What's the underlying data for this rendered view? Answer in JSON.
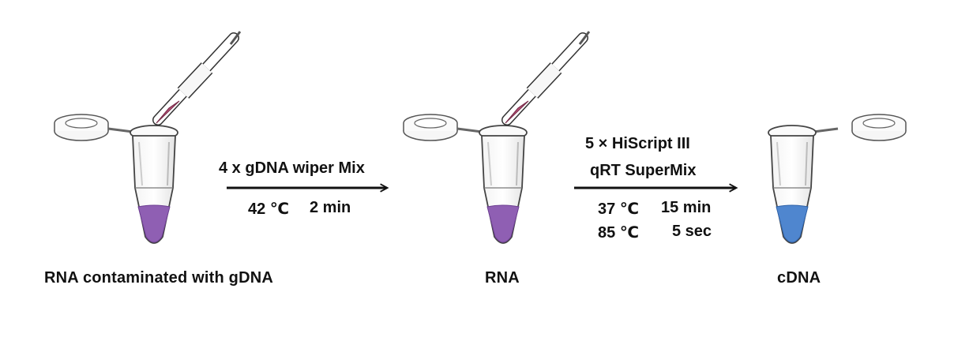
{
  "stages": [
    {
      "label": "RNA contaminated with gDNA",
      "tube_color": "#8f5fb3",
      "has_pipette": true
    },
    {
      "label": "RNA",
      "tube_color": "#8f5fb3",
      "has_pipette": true
    },
    {
      "label": "cDNA",
      "tube_color": "#4f86cf",
      "has_pipette": false
    }
  ],
  "reactions": [
    {
      "reagent_lines": [
        "4 x gDNA wiper Mix"
      ],
      "conditions": [
        {
          "temp": "42 ℃",
          "time": "2 min"
        }
      ]
    },
    {
      "reagent_lines": [
        "5 × HiScript III",
        "qRT SuperMix"
      ],
      "conditions": [
        {
          "temp": "37 ℃",
          "time": "15 min"
        },
        {
          "temp": "85 ℃",
          "time": "5 sec"
        }
      ]
    }
  ],
  "colors": {
    "text": "#111111",
    "arrow": "#111111",
    "tube_outline": "#444444",
    "pipette_tip_liquid": "#c0517a"
  }
}
